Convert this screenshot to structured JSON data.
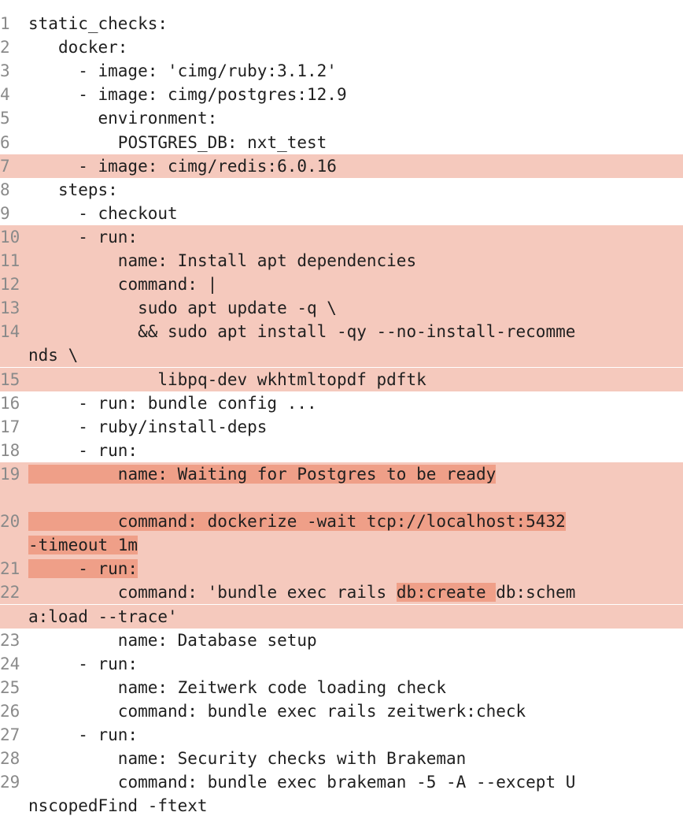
{
  "lines": [
    {
      "num": "1",
      "indent": "",
      "text": "static_checks:"
    },
    {
      "num": "2",
      "indent": "   ",
      "text": "docker:"
    },
    {
      "num": "3",
      "indent": "     ",
      "text": "- image: 'cimg/ruby:3.1.2'"
    },
    {
      "num": "4",
      "indent": "     ",
      "text": "- image: cimg/postgres:12.9"
    },
    {
      "num": "5",
      "indent": "       ",
      "text": "environment:"
    },
    {
      "num": "6",
      "indent": "         ",
      "text": "POSTGRES_DB: nxt_test"
    },
    {
      "num": "7",
      "indent": "     ",
      "text": "- image: cimg/redis:6.0.16"
    },
    {
      "num": "8",
      "indent": "   ",
      "text": "steps:"
    },
    {
      "num": "9",
      "indent": "     ",
      "text": "- checkout"
    },
    {
      "num": "10",
      "indent": "     ",
      "text": "- run:"
    },
    {
      "num": "11",
      "indent": "         ",
      "text": "name: Install apt dependencies"
    },
    {
      "num": "12",
      "indent": "         ",
      "text": "command: |"
    },
    {
      "num": "13",
      "indent": "           ",
      "text": "sudo apt update -q \\"
    },
    {
      "num": "14",
      "indent": "           ",
      "text": "&& sudo apt install -qy --no-install-recomme"
    },
    {
      "num": "",
      "indent": "",
      "text": "nds \\"
    },
    {
      "num": "15",
      "indent": "             ",
      "text": "libpq-dev wkhtmltopdf pdftk"
    },
    {
      "num": "16",
      "indent": "     ",
      "text": "- run: bundle config ..."
    },
    {
      "num": "17",
      "indent": "     ",
      "text": "- ruby/install-deps"
    },
    {
      "num": "18",
      "indent": "     ",
      "text": "- run:"
    },
    {
      "num": "19",
      "indent": "         ",
      "text": "name: Waiting for Postgres to be ready"
    },
    {
      "num": "",
      "indent": "",
      "text": ""
    },
    {
      "num": "20",
      "indent": "         ",
      "text": "command: dockerize -wait tcp://localhost:5432"
    },
    {
      "num": "",
      "indent": "",
      "text": "-timeout 1m"
    },
    {
      "num": "21",
      "indent": "     ",
      "text": "- run:"
    },
    {
      "num": "22",
      "indent": "         ",
      "text_a": "command: 'bundle exec rails ",
      "text_hl": "db:create ",
      "text_b": "db:schem"
    },
    {
      "num": "",
      "indent": "",
      "text": "a:load --trace'"
    },
    {
      "num": "23",
      "indent": "         ",
      "text": "name: Database setup"
    },
    {
      "num": "24",
      "indent": "     ",
      "text": "- run:"
    },
    {
      "num": "25",
      "indent": "         ",
      "text": "name: Zeitwerk code loading check"
    },
    {
      "num": "26",
      "indent": "         ",
      "text": "command: bundle exec rails zeitwerk:check"
    },
    {
      "num": "27",
      "indent": "     ",
      "text": "- run:"
    },
    {
      "num": "28",
      "indent": "         ",
      "text": "name: Security checks with Brakeman"
    },
    {
      "num": "29",
      "indent": "         ",
      "text": "command: bundle exec brakeman -5 -A --except U"
    },
    {
      "num": "",
      "indent": "",
      "text": "nscopedFind -ftext"
    }
  ],
  "colors": {
    "removed_bg": "#f5c9bd",
    "word_highlight": "#ef9f88",
    "gutter_text": "#8a8a8a"
  }
}
